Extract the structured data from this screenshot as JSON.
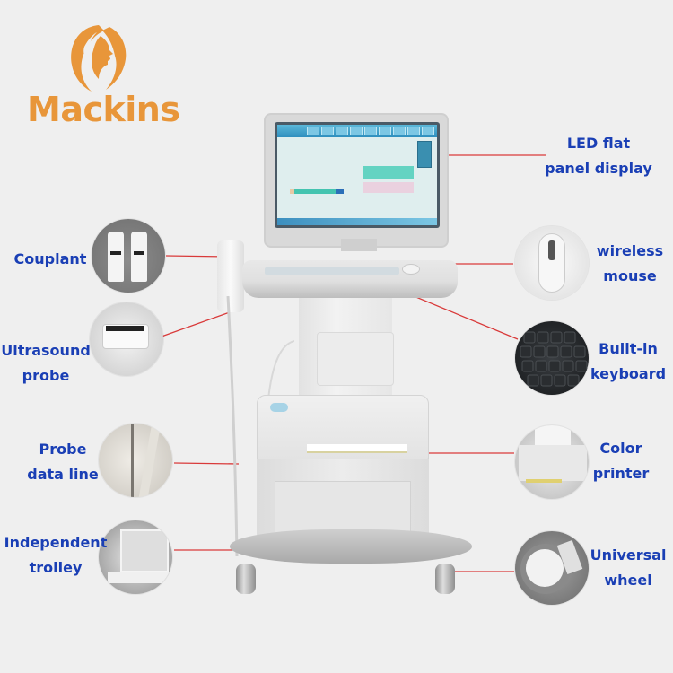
{
  "brand": {
    "name": "Mackins",
    "color": "#e8963a",
    "logo_icon": "woman-profile-hair-icon"
  },
  "product": {
    "type": "ultrasound bone densitometer trolley",
    "screen": {
      "toolbar_buttons": 9,
      "toolbar_color": "#3f9fca"
    }
  },
  "callouts": {
    "left": [
      {
        "id": "couplant",
        "lines": [
          "Couplant"
        ],
        "thumb": "gel-bottles-icon"
      },
      {
        "id": "ultrasound-probe",
        "lines": [
          "Ultrasound",
          "probe"
        ],
        "thumb": "ultrasound-probe-icon"
      },
      {
        "id": "probe-data-line",
        "lines": [
          "Probe",
          "data line"
        ],
        "thumb": "cable-icon"
      },
      {
        "id": "independent-trolley",
        "lines": [
          "Independent",
          "trolley"
        ],
        "thumb": "trolley-icon"
      }
    ],
    "right": [
      {
        "id": "led-display",
        "lines": [
          "LED flat",
          "panel display"
        ]
      },
      {
        "id": "wireless-mouse",
        "lines": [
          "wireless",
          "mouse"
        ],
        "thumb": "mouse-icon"
      },
      {
        "id": "built-in-keyboard",
        "lines": [
          "Built-in",
          "keyboard"
        ],
        "thumb": "keyboard-icon"
      },
      {
        "id": "color-printer",
        "lines": [
          "Color",
          "printer"
        ],
        "thumb": "printer-icon"
      },
      {
        "id": "universal-wheel",
        "lines": [
          "Universal",
          "wheel"
        ],
        "thumb": "caster-wheel-icon"
      }
    ]
  },
  "colors": {
    "label_text": "#1a3fb5",
    "leader_line": "#d93a3a",
    "background": "#efefef"
  }
}
